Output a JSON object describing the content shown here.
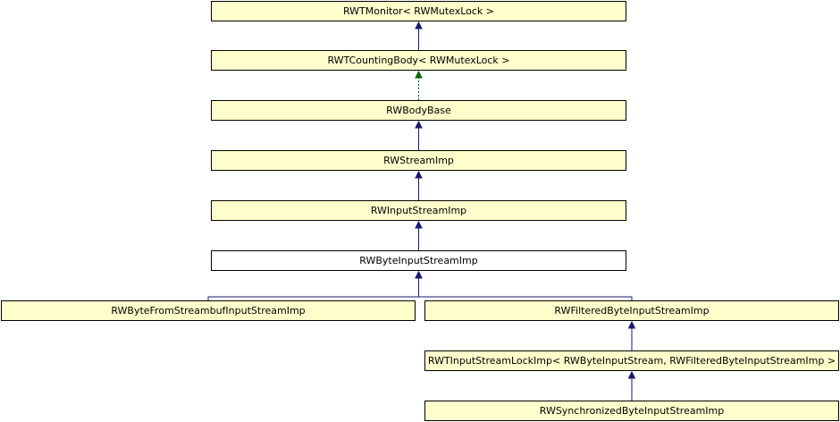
{
  "nodes": {
    "monitor": {
      "label": "RWTMonitor< RWMutexLock >"
    },
    "counting_body": {
      "label": "RWTCountingBody< RWMutexLock >"
    },
    "body_base": {
      "label": "RWBodyBase"
    },
    "stream_imp": {
      "label": "RWStreamImp"
    },
    "input_stream_imp": {
      "label": "RWInputStreamImp"
    },
    "byte_input_stream_imp": {
      "label": "RWByteInputStreamImp"
    },
    "byte_from_streambuf": {
      "label": "RWByteFromStreambufInputStreamImp"
    },
    "filtered_byte_input": {
      "label": "RWFilteredByteInputStreamImp"
    },
    "input_stream_lock_imp": {
      "label": "RWTInputStreamLockImp< RWByteInputStream, RWFilteredByteInputStreamImp >"
    },
    "synchronized_byte_input": {
      "label": "RWSynchronizedByteInputStreamImp"
    }
  },
  "edges": [
    {
      "from": "counting_body",
      "to": "monitor",
      "style": "solid",
      "color": "#191970"
    },
    {
      "from": "body_base",
      "to": "counting_body",
      "style": "dotted",
      "color": "#006400"
    },
    {
      "from": "stream_imp",
      "to": "body_base",
      "style": "solid",
      "color": "#191970"
    },
    {
      "from": "input_stream_imp",
      "to": "stream_imp",
      "style": "solid",
      "color": "#191970"
    },
    {
      "from": "byte_input_stream_imp",
      "to": "input_stream_imp",
      "style": "solid",
      "color": "#191970"
    },
    {
      "from": "byte_from_streambuf",
      "to": "byte_input_stream_imp",
      "style": "solid",
      "color": "#191970"
    },
    {
      "from": "filtered_byte_input",
      "to": "byte_input_stream_imp",
      "style": "solid",
      "color": "#191970"
    },
    {
      "from": "input_stream_lock_imp",
      "to": "filtered_byte_input",
      "style": "solid",
      "color": "#191970"
    },
    {
      "from": "synchronized_byte_input",
      "to": "input_stream_lock_imp",
      "style": "solid",
      "color": "#191970"
    }
  ],
  "colors": {
    "node_fill": "#ffffcc",
    "current_node_fill": "#ffffff",
    "node_border": "#000000"
  }
}
